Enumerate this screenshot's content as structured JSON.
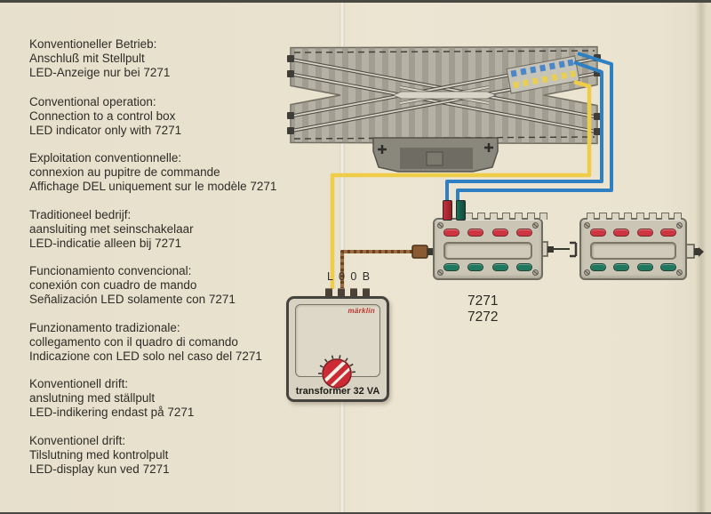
{
  "instructions": [
    {
      "lines": [
        "Konventioneller Betrieb:",
        "Anschluß mit Stellpult",
        "LED-Anzeige nur bei 7271"
      ]
    },
    {
      "lines": [
        "Conventional operation:",
        "Connection to a control box",
        "LED indicator only with 7271"
      ]
    },
    {
      "lines": [
        "Exploitation conventionnelle:",
        "connexion au pupitre de commande",
        "Affichage DEL uniquement sur le modèle 7271"
      ]
    },
    {
      "lines": [
        "Traditioneel bedrijf:",
        "aansluiting met seinschakelaar",
        "LED-indicatie alleen bij 7271"
      ]
    },
    {
      "lines": [
        "Funcionamiento convencional:",
        "conexión con cuadro de mando",
        "Señalización LED solamente con 7271"
      ]
    },
    {
      "lines": [
        "Funzionamento tradizionale:",
        "collegamento con il quadro di comando",
        "Indicazione con LED solo nel caso del 7271"
      ]
    },
    {
      "lines": [
        "Konventionell drift:",
        "anslutning med ställpult",
        "LED-indikering endast på 7271"
      ]
    },
    {
      "lines": [
        "Konventionel drift:",
        "Tilslutning med kontrolpult",
        "LED-display kun ved 7271"
      ]
    }
  ],
  "diagram": {
    "box_labels": [
      "7271",
      "7272"
    ],
    "transformer": {
      "brand": "märklin",
      "label": "transformer 32 VA",
      "terminals": "L 0 0 B"
    },
    "colors": {
      "wire_blue": "#2f80c2",
      "wire_yellow": "#f0cd48",
      "wire_brown": "#9c6b40",
      "button_red": "#cf3540",
      "button_green": "#20795f",
      "plug_red": "#c92f3c",
      "plug_green": "#1d6f58",
      "knob_red": "#cc2b35"
    }
  }
}
